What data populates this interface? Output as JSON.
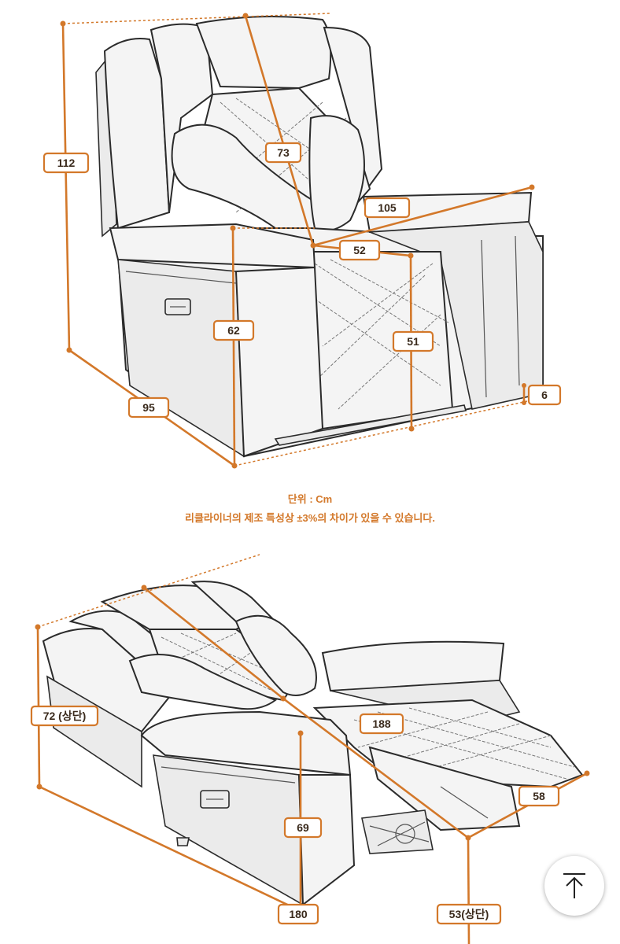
{
  "figure_top": {
    "labels": {
      "height_total": "112",
      "width_seat_back": "73",
      "width_arm_span": "105",
      "seat_width": "52",
      "arm_height": "62",
      "seat_height": "51",
      "depth": "95",
      "leg_clearance": "6"
    }
  },
  "note": {
    "unit": "단위 : Cm",
    "disclaimer": "리클라이너의 제조 특성상 ±3%의 차이가 있을 수 있습니다."
  },
  "figure_bottom": {
    "labels": {
      "reclined_height": "72 (상단)",
      "reclined_length": "188",
      "footrest_length": "58",
      "arm_height": "69",
      "depth_total": "180",
      "footrest_height": "53(상단)"
    }
  },
  "colors": {
    "accent": "#d3782a",
    "ink": "#2b2b2b"
  },
  "scroll_top_button": {
    "icon": "arrow-up-icon"
  }
}
